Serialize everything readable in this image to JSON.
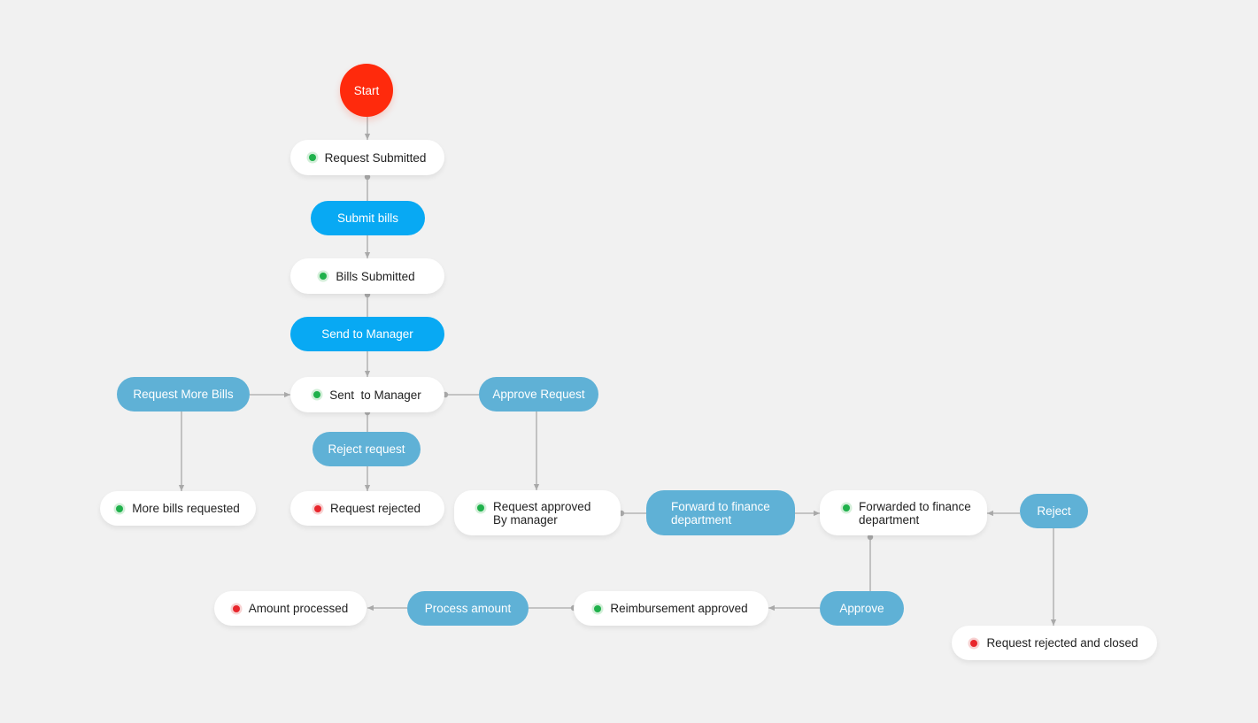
{
  "diagram": {
    "start": "Start",
    "request_submitted": "Request Submitted",
    "submit_bills": "Submit bills",
    "bills_submitted": "Bills Submitted",
    "send_to_manager": "Send to Manager",
    "sent_to_manager": "Sent  to Manager",
    "request_more_bills": "Request More Bills",
    "approve_request": "Approve Request",
    "reject_request": "Reject request",
    "more_bills_requested": "More bills requested",
    "request_rejected": "Request rejected",
    "request_approved_line1": "Request approved",
    "request_approved_line2": "By manager",
    "forward_finance_line1": "Forward to finance",
    "forward_finance_line2": "department",
    "forwarded_finance_line1": "Forwarded to finance",
    "forwarded_finance_line2": "department",
    "reject": "Reject",
    "request_rejected_closed": "Request rejected and closed",
    "approve": "Approve",
    "reimbursement_approved": "Reimbursement approved",
    "process_amount": "Process amount",
    "amount_processed": "Amount processed"
  },
  "colors": {
    "start": "#ff2a0c",
    "action_primary": "#08a9f3",
    "action_secondary": "#5fb1d6",
    "status_success": "#1fb14b",
    "status_failure": "#e8262c",
    "connector": "#a9a9a9"
  }
}
